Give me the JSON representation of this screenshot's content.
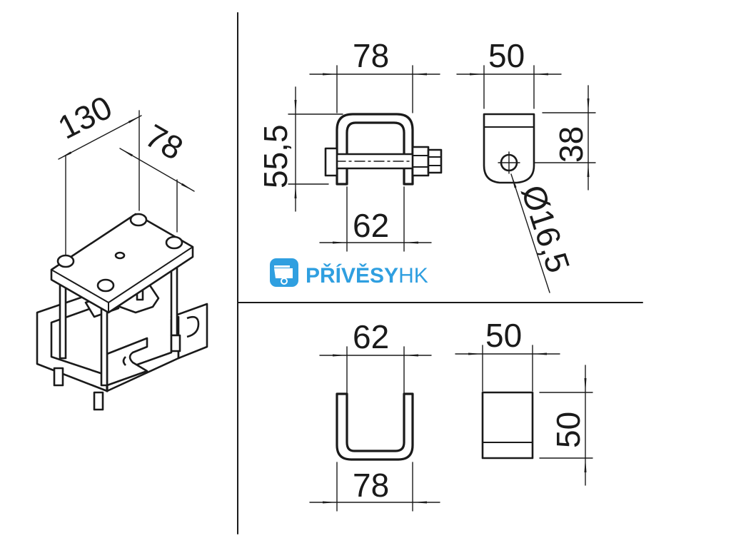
{
  "dimensions": {
    "iso_length": "130",
    "iso_width": "78",
    "front_width": "78",
    "front_height": "55,5",
    "front_inner": "62",
    "side_width": "50",
    "side_height": "38",
    "side_hole": "Ø16,5",
    "u_inner": "62",
    "u_outer": "78",
    "block_width": "50",
    "block_height": "50"
  },
  "brand": {
    "name_bold": "PŘÍVĚSY",
    "name_light": "HK",
    "color": "#2f9fe0",
    "icon": "trailer-icon"
  },
  "colors": {
    "line": "#1a1a1a",
    "background": "#ffffff"
  }
}
